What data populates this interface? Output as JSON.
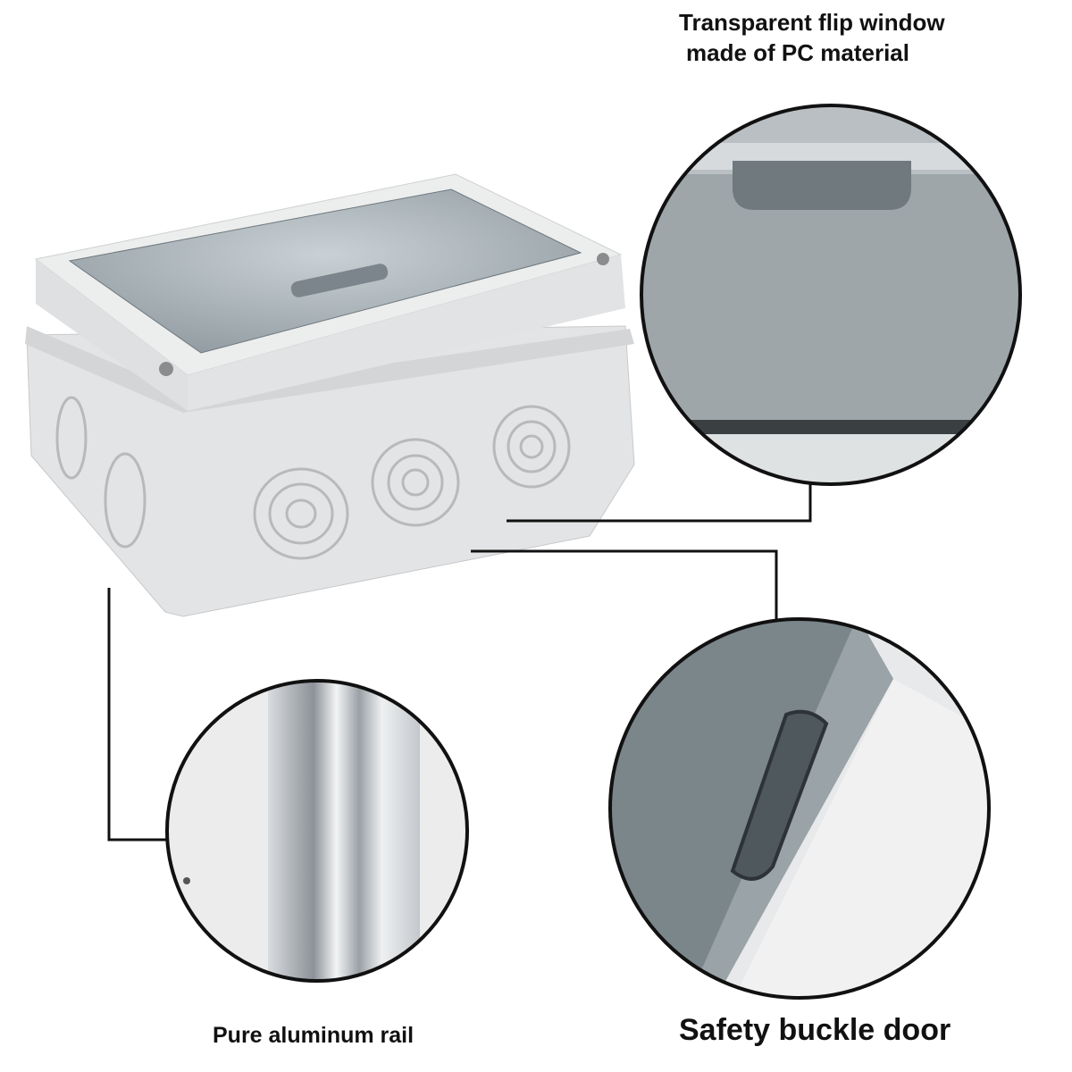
{
  "callouts": {
    "flip_window": {
      "line1": "Transparent flip window",
      "line2": "made of PC material"
    },
    "rail": "Pure aluminum rail",
    "door": "Safety buckle door"
  },
  "colors": {
    "background": "#ffffff",
    "enclosure": "#e6e7e8",
    "window": "#9aa4aa",
    "text": "#111111",
    "leader_line": "#111111"
  }
}
